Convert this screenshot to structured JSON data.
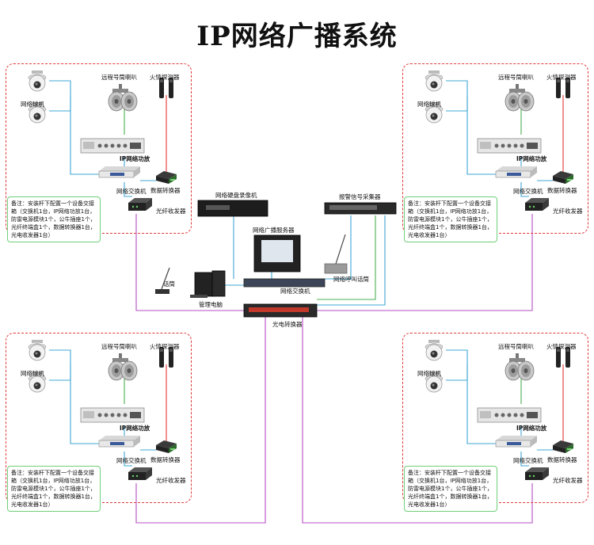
{
  "title": "IP网络广播系统",
  "zone_labels": {
    "dome_camera": "网络球机",
    "horn_speaker": "远程号筒喇叭",
    "ir_detector": "火情探测器",
    "amplifier": "IP网络功放",
    "switch": "网络交换机",
    "data_converter": "数据转换器",
    "fiber_transceiver": "光纤收发器",
    "note": "备注：安装杆下配置一个设备交接箱（交换机1台，IP网络功放1台，防雷电源模块1个，公牛插座1个，光纤终端盒1个，数据转换器1台，光电收发器1台）"
  },
  "center_labels": {
    "nvr": "网络硬盘录像机",
    "alarm_collector": "报警信号采集器",
    "broadcast_server": "网络广播服务器",
    "mic": "话筒",
    "paging_mic": "网络呼叫话筒",
    "pc": "管理电脑",
    "core_switch": "网络交换机",
    "optical_converter": "光电转换器"
  },
  "colors": {
    "zone_border": "#e03a3a",
    "data_link": "#3fa7d6",
    "power_link": "#4caf50",
    "alarm_link": "#e53935",
    "fiber_link": "#b44fc4"
  }
}
